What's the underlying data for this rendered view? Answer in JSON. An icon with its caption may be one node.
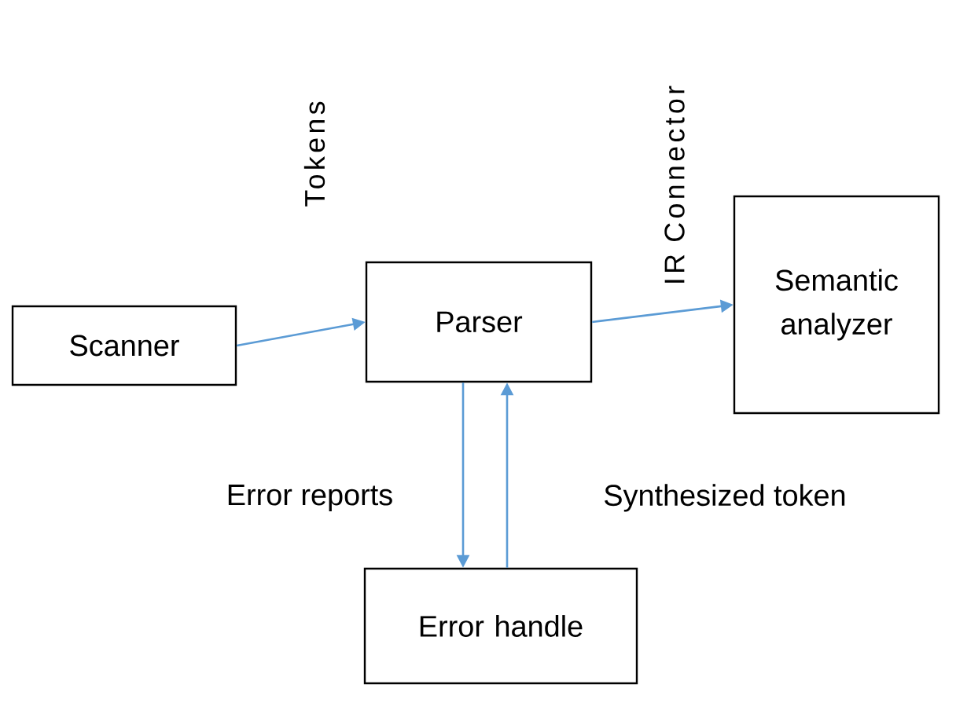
{
  "diagram": {
    "nodes": [
      {
        "text": [
          "Scanner"
        ]
      },
      {
        "text": [
          "Parser"
        ]
      },
      {
        "text": [
          "Semantic analyzer"
        ]
      },
      {
        "text": [
          "Error handle"
        ]
      }
    ],
    "edges": [
      {
        "from": 0,
        "to": 1,
        "arrow": "to",
        "label": "Tokens"
      },
      {
        "from": 1,
        "to": 2,
        "arrow": "to",
        "label": "IR Connector"
      },
      {
        "from": 1,
        "to": 3,
        "arrow": "to",
        "label": "Error reports"
      },
      {
        "from": 3,
        "to": 1,
        "arrow": "to",
        "label": "Synthesized token"
      }
    ]
  }
}
